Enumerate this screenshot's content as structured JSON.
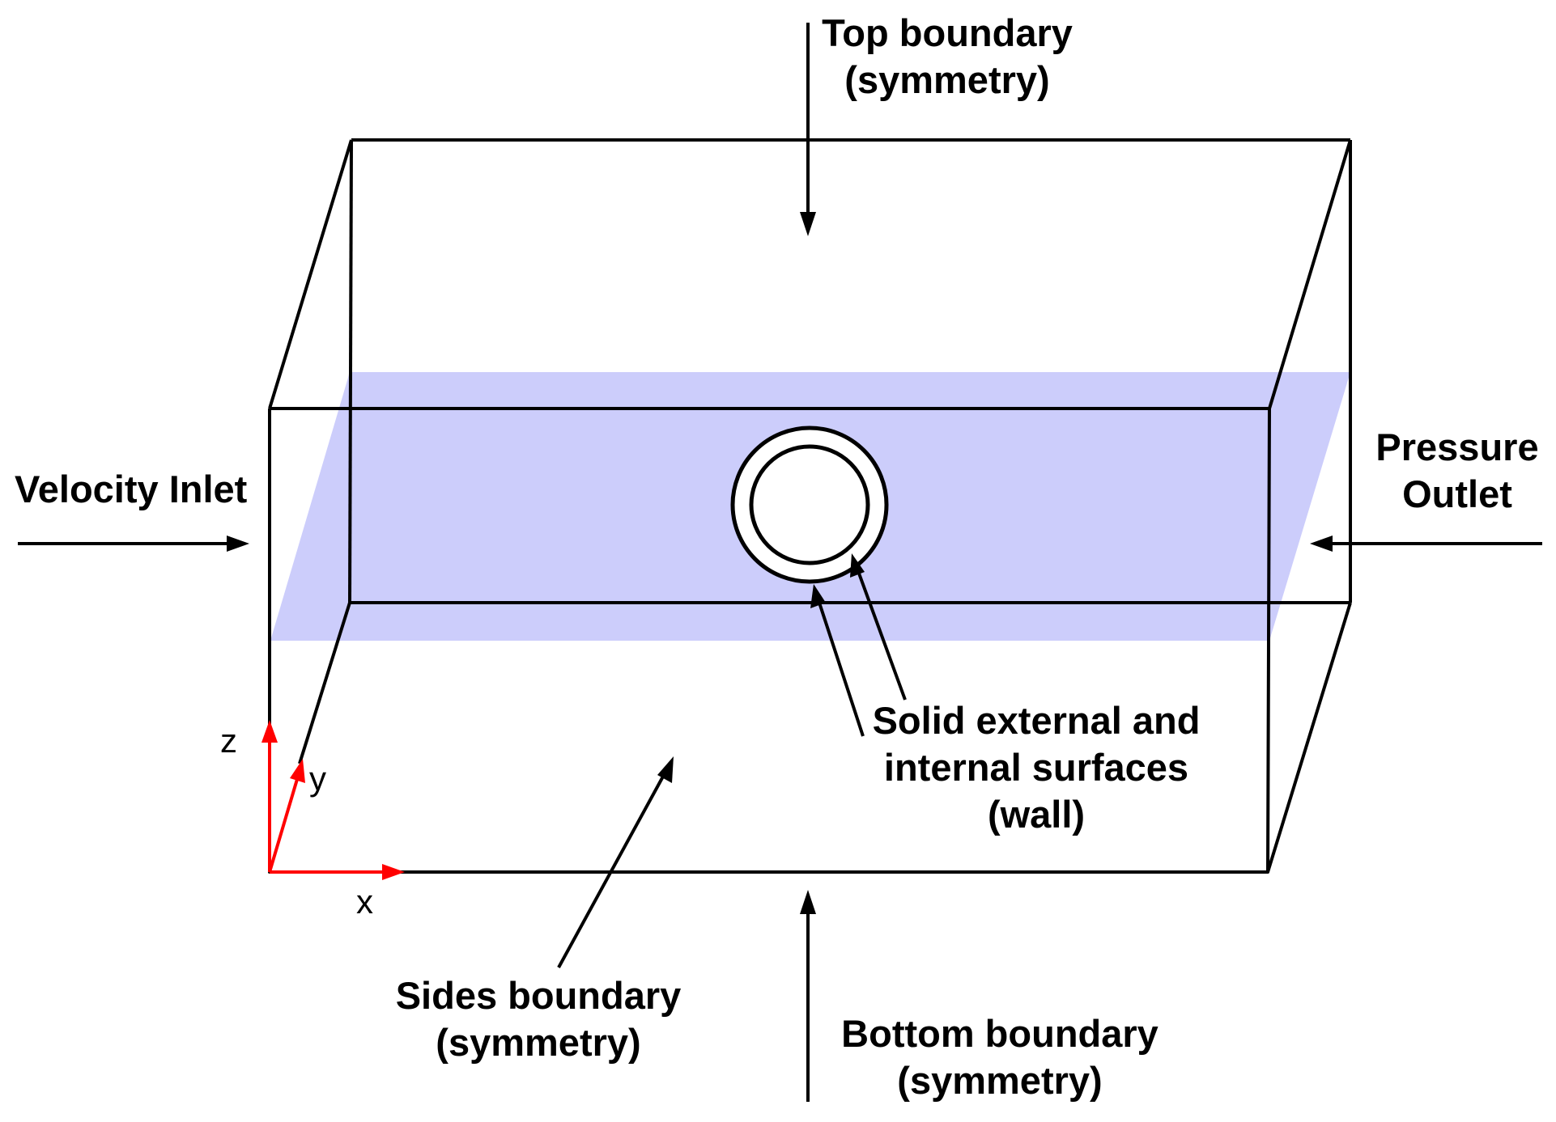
{
  "labels": {
    "top": [
      "Top boundary",
      "(symmetry)"
    ],
    "inlet": [
      "Velocity Inlet"
    ],
    "outlet": [
      "Pressure",
      "Outlet"
    ],
    "wall": [
      "Solid external and",
      "internal surfaces",
      "(wall)"
    ],
    "sides": [
      "Sides boundary",
      "(symmetry)"
    ],
    "bottom": [
      "Bottom boundary",
      "(symmetry)"
    ]
  },
  "axes": {
    "x": "x",
    "y": "y",
    "z": "z"
  },
  "colors": {
    "line": "#000000",
    "plane_fill": "#cccdfb",
    "axis": "#ff0000"
  }
}
